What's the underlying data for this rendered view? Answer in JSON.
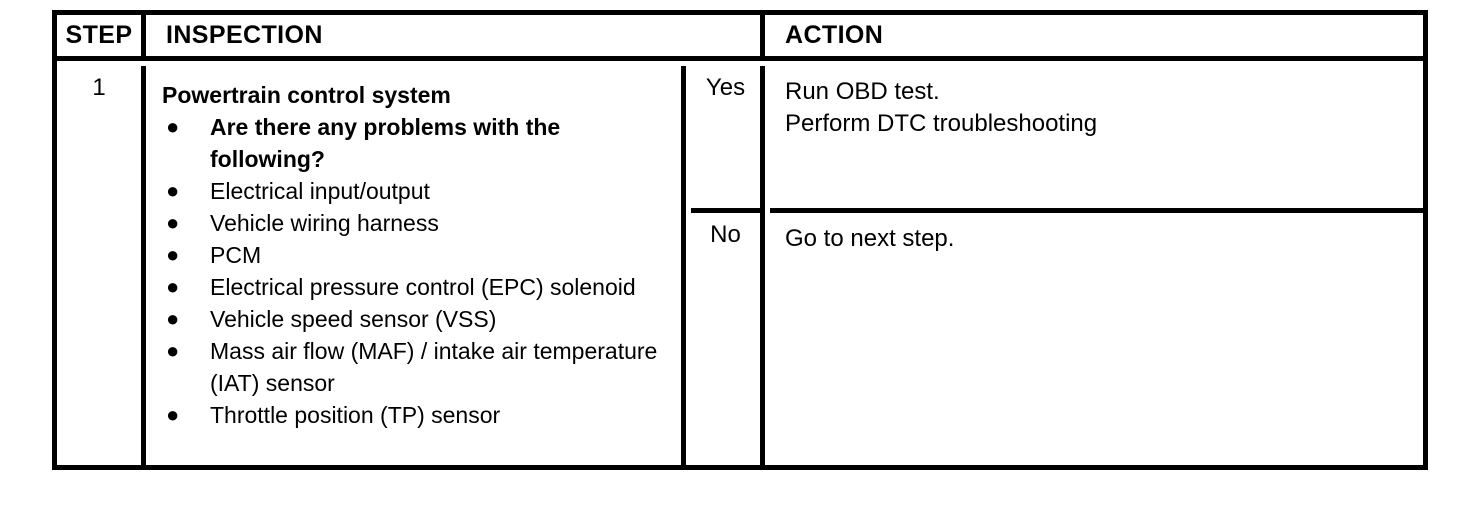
{
  "document": {
    "type": "diagnostic-flowchart-table",
    "background_color": "#ffffff",
    "text_color": "#000000",
    "border_color": "#000000"
  },
  "table": {
    "headers": {
      "step": "STEP",
      "inspection": "INSPECTION",
      "action": "ACTION"
    },
    "rows": [
      {
        "step": "1",
        "inspection": {
          "title": "Powertrain control system",
          "bullets": [
            {
              "text": "Are there any problems with the following?",
              "bold": true
            },
            {
              "text": "Electrical input/output",
              "bold": false
            },
            {
              "text": "Vehicle wiring harness",
              "bold": false
            },
            {
              "text": "PCM",
              "bold": false
            },
            {
              "text": "Electrical pressure control (EPC) solenoid",
              "bold": false
            },
            {
              "text": "Vehicle speed sensor (VSS)",
              "bold": false
            },
            {
              "text": "Mass air flow (MAF) / intake air temperature (IAT) sensor",
              "bold": false
            },
            {
              "text": "Throttle position (TP) sensor",
              "bold": false
            }
          ]
        },
        "outcomes": [
          {
            "answer": "Yes",
            "action_lines": [
              "Run OBD test.",
              "Perform DTC troubleshooting"
            ]
          },
          {
            "answer": "No",
            "action_lines": [
              "Go to next step."
            ]
          }
        ]
      }
    ]
  },
  "glyphs": {
    "bullet": "●"
  }
}
